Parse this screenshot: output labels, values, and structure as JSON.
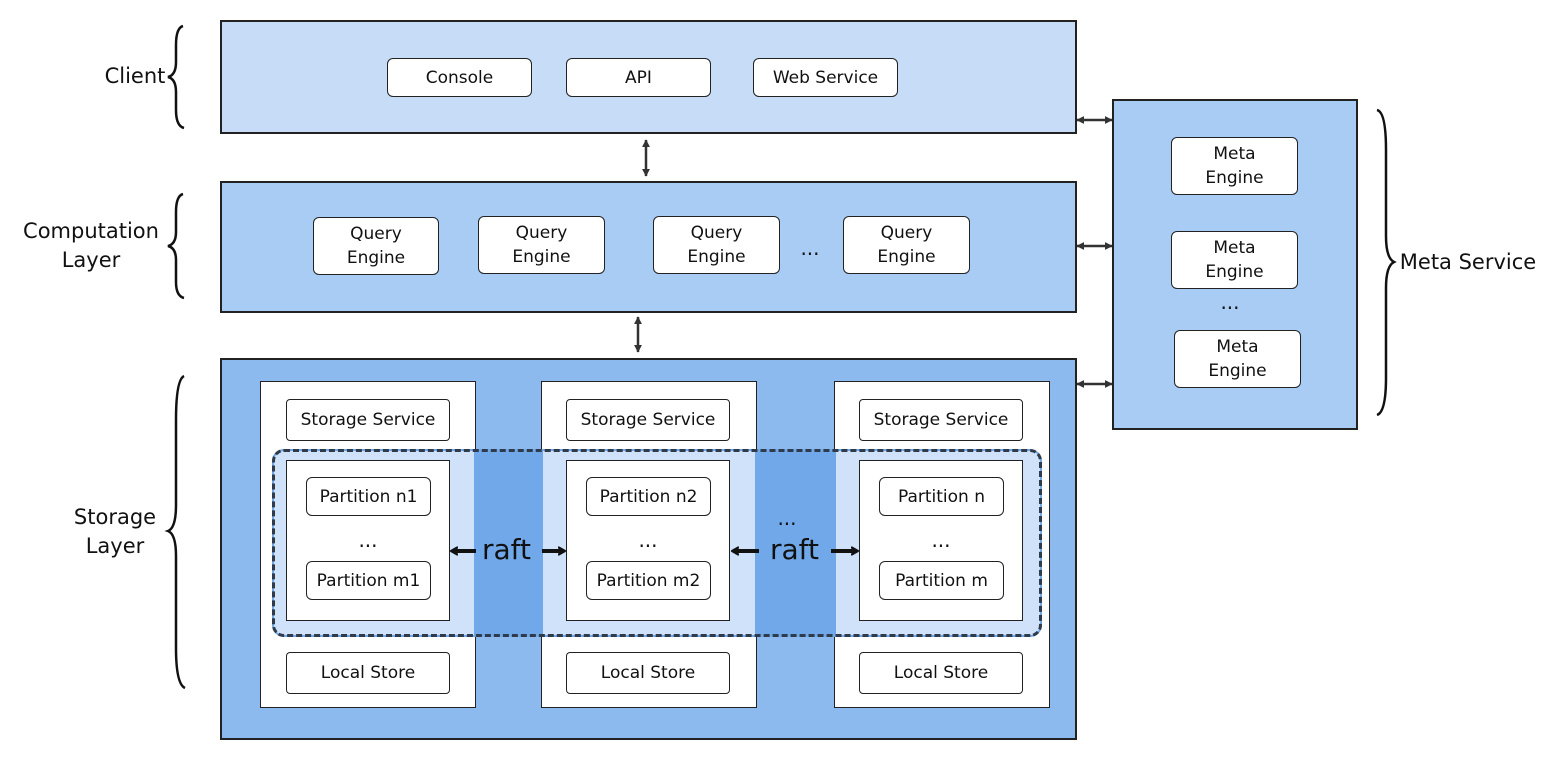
{
  "side_labels": {
    "client": "Client",
    "computation": "Computation\nLayer",
    "storage": "Storage\nLayer",
    "meta": "Meta Service"
  },
  "client": {
    "items": [
      "Console",
      "API",
      "Web Service"
    ]
  },
  "computation": {
    "engine_label": "Query\nEngine",
    "ellipsis": "..."
  },
  "meta": {
    "engine_label": "Meta\nEngine",
    "ellipsis": "..."
  },
  "storage": {
    "service_label": "Storage Service",
    "local_label": "Local Store",
    "raft_label": "raft",
    "ellipsis": "...",
    "columns": [
      {
        "top": "Partition n1",
        "bottom": "Partition m1"
      },
      {
        "top": "Partition n2",
        "bottom": "Partition m2"
      },
      {
        "top": "Partition n",
        "bottom": "Partition m"
      }
    ]
  },
  "colors": {
    "client_bg": "#c6dcf7",
    "computation_bg": "#a9ccf4",
    "storage_bg": "#8dbaee",
    "meta_bg": "#a9ccf4",
    "raft_group_bg": "#70a8e9",
    "raft_column_bg": "#cfe2fa"
  }
}
